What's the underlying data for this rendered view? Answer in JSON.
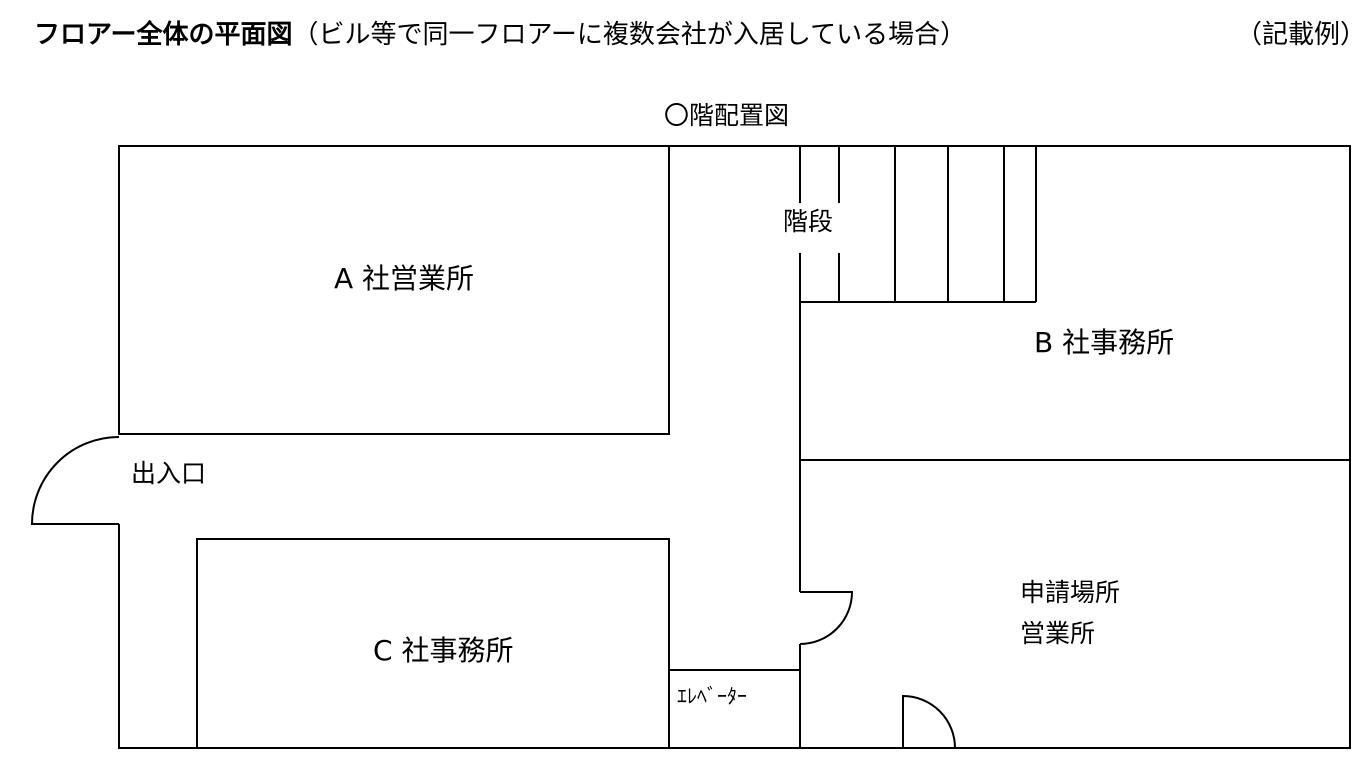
{
  "header": {
    "title_bold": "フロアー全体の平面図",
    "title_normal": "（ビル等で同一フロアーに複数会社が入居している場合）",
    "example_note": "（記載例）"
  },
  "floor": {
    "title": "〇階配置図"
  },
  "rooms": {
    "a_office": "A 社営業所",
    "b_office": "B 社事務所",
    "c_office": "C 社事務所",
    "application_line1": "申請場所",
    "application_line2": "営業所"
  },
  "fixtures": {
    "stairs": "階段",
    "entrance": "出入口",
    "elevator": "ｴﾚﾍﾞｰﾀｰ"
  }
}
